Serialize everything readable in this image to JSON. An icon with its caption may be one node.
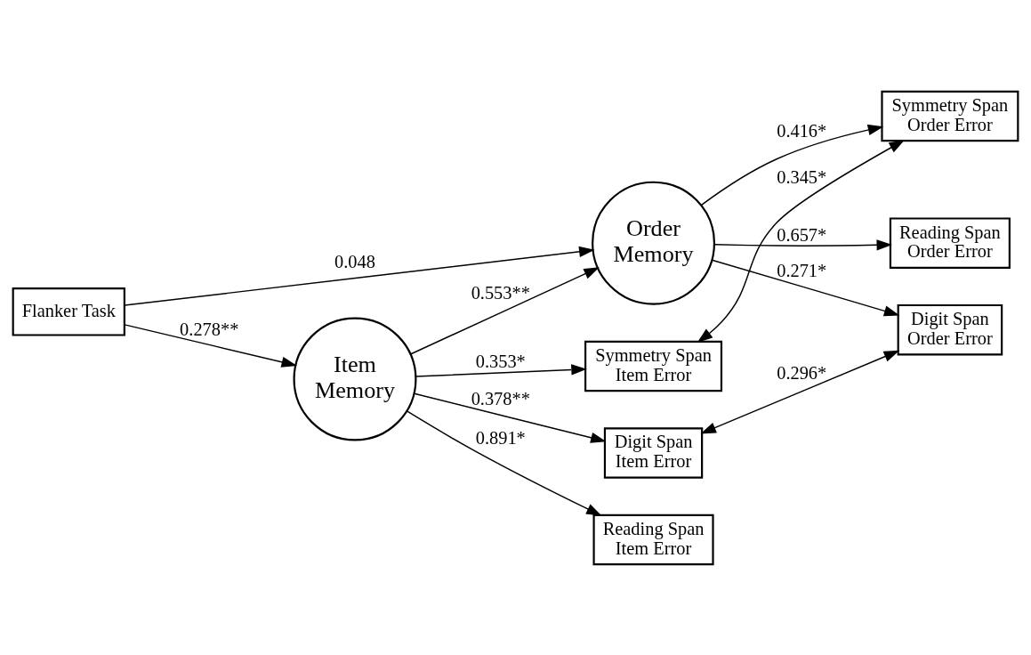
{
  "diagram": {
    "nodes": [
      {
        "text": [
          "Flanker Task"
        ]
      },
      {
        "text": [
          "Item Memory"
        ]
      },
      {
        "text": [
          "Order Memory"
        ]
      },
      {
        "text": [
          "Symmetry Span Item Error"
        ]
      },
      {
        "text": [
          "Reading Span Item Error"
        ]
      },
      {
        "text": [
          "Digit Span Item Error"
        ]
      },
      {
        "text": [
          "Symmetry Span Order Error"
        ]
      },
      {
        "text": [
          "Reading Span Order Error"
        ]
      },
      {
        "text": [
          "Digit Span Order Error"
        ]
      }
    ],
    "edges": [
      {
        "from": 0,
        "to": 1,
        "arrow": "to",
        "label": "0.278**"
      },
      {
        "from": 0,
        "to": 2,
        "arrow": "to",
        "label": "0.048"
      },
      {
        "from": 1,
        "to": 2,
        "arrow": "to",
        "label": "0.553**"
      },
      {
        "from": 1,
        "to": 3,
        "arrow": "to",
        "label": "0.353*"
      },
      {
        "from": 1,
        "to": 4,
        "arrow": "to",
        "label": "0.891*"
      },
      {
        "from": 1,
        "to": 5,
        "arrow": "to",
        "label": "0.378**"
      },
      {
        "from": 2,
        "to": 6,
        "arrow": "to",
        "label": "0.416*"
      },
      {
        "from": 2,
        "to": 7,
        "arrow": "to",
        "label": "0.657*"
      },
      {
        "from": 2,
        "to": 8,
        "arrow": "to",
        "label": "0.271*"
      },
      {
        "from": 3,
        "to": 6,
        "arrow": "both",
        "label": "0.345*"
      },
      {
        "from": 5,
        "to": 8,
        "arrow": "both",
        "label": "0.296*"
      }
    ]
  }
}
